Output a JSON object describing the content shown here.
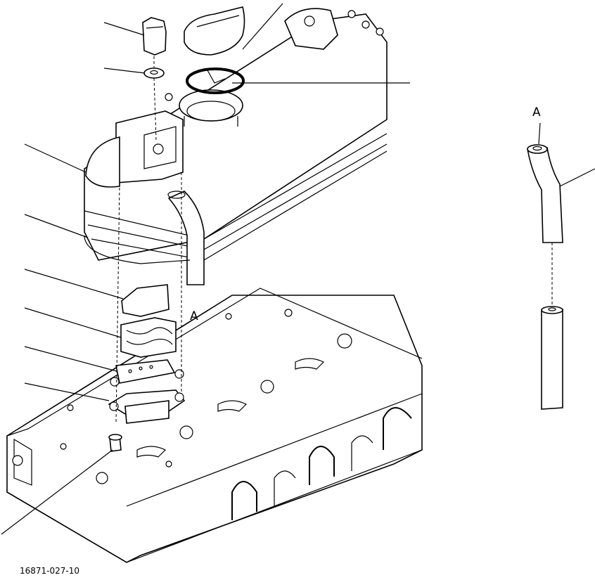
{
  "diagram": {
    "figure_code": "16871-027-10",
    "connection_label_main": "A",
    "connection_label_hose": "A"
  }
}
